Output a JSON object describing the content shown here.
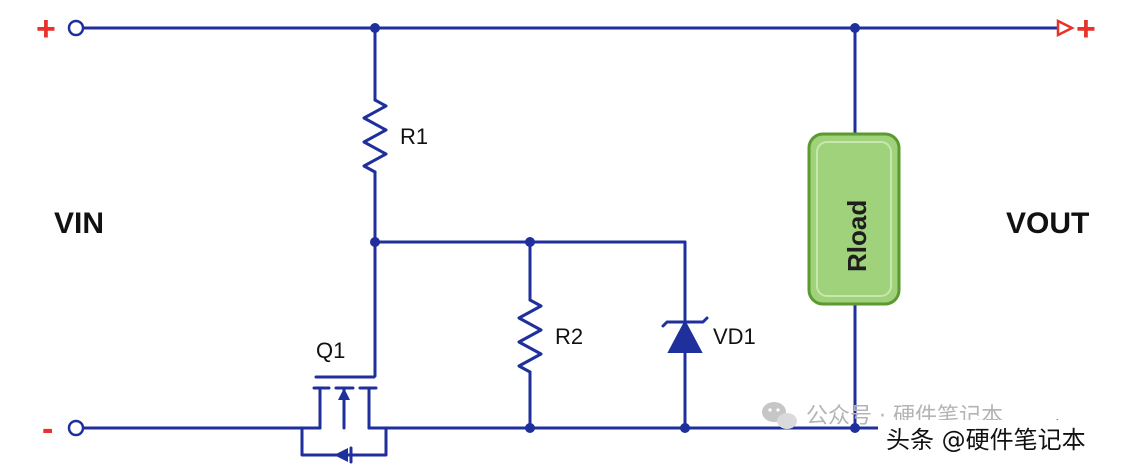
{
  "labels": {
    "vin": "VIN",
    "vout": "VOUT",
    "r1": "R1",
    "r2": "R2",
    "vd1": "VD1",
    "q1": "Q1",
    "rload": "Rload",
    "plus_left": "+",
    "minus_left": "-",
    "plus_right": "+"
  },
  "watermark": {
    "account": "公众号 · 硬件笔记本",
    "credit": "头条 @硬件笔记本"
  },
  "colors": {
    "wire": "#1f2f9c",
    "sign": "#e8322a",
    "rload_fill": "#9fd27a",
    "rload_stroke": "#5a9a2e"
  }
}
